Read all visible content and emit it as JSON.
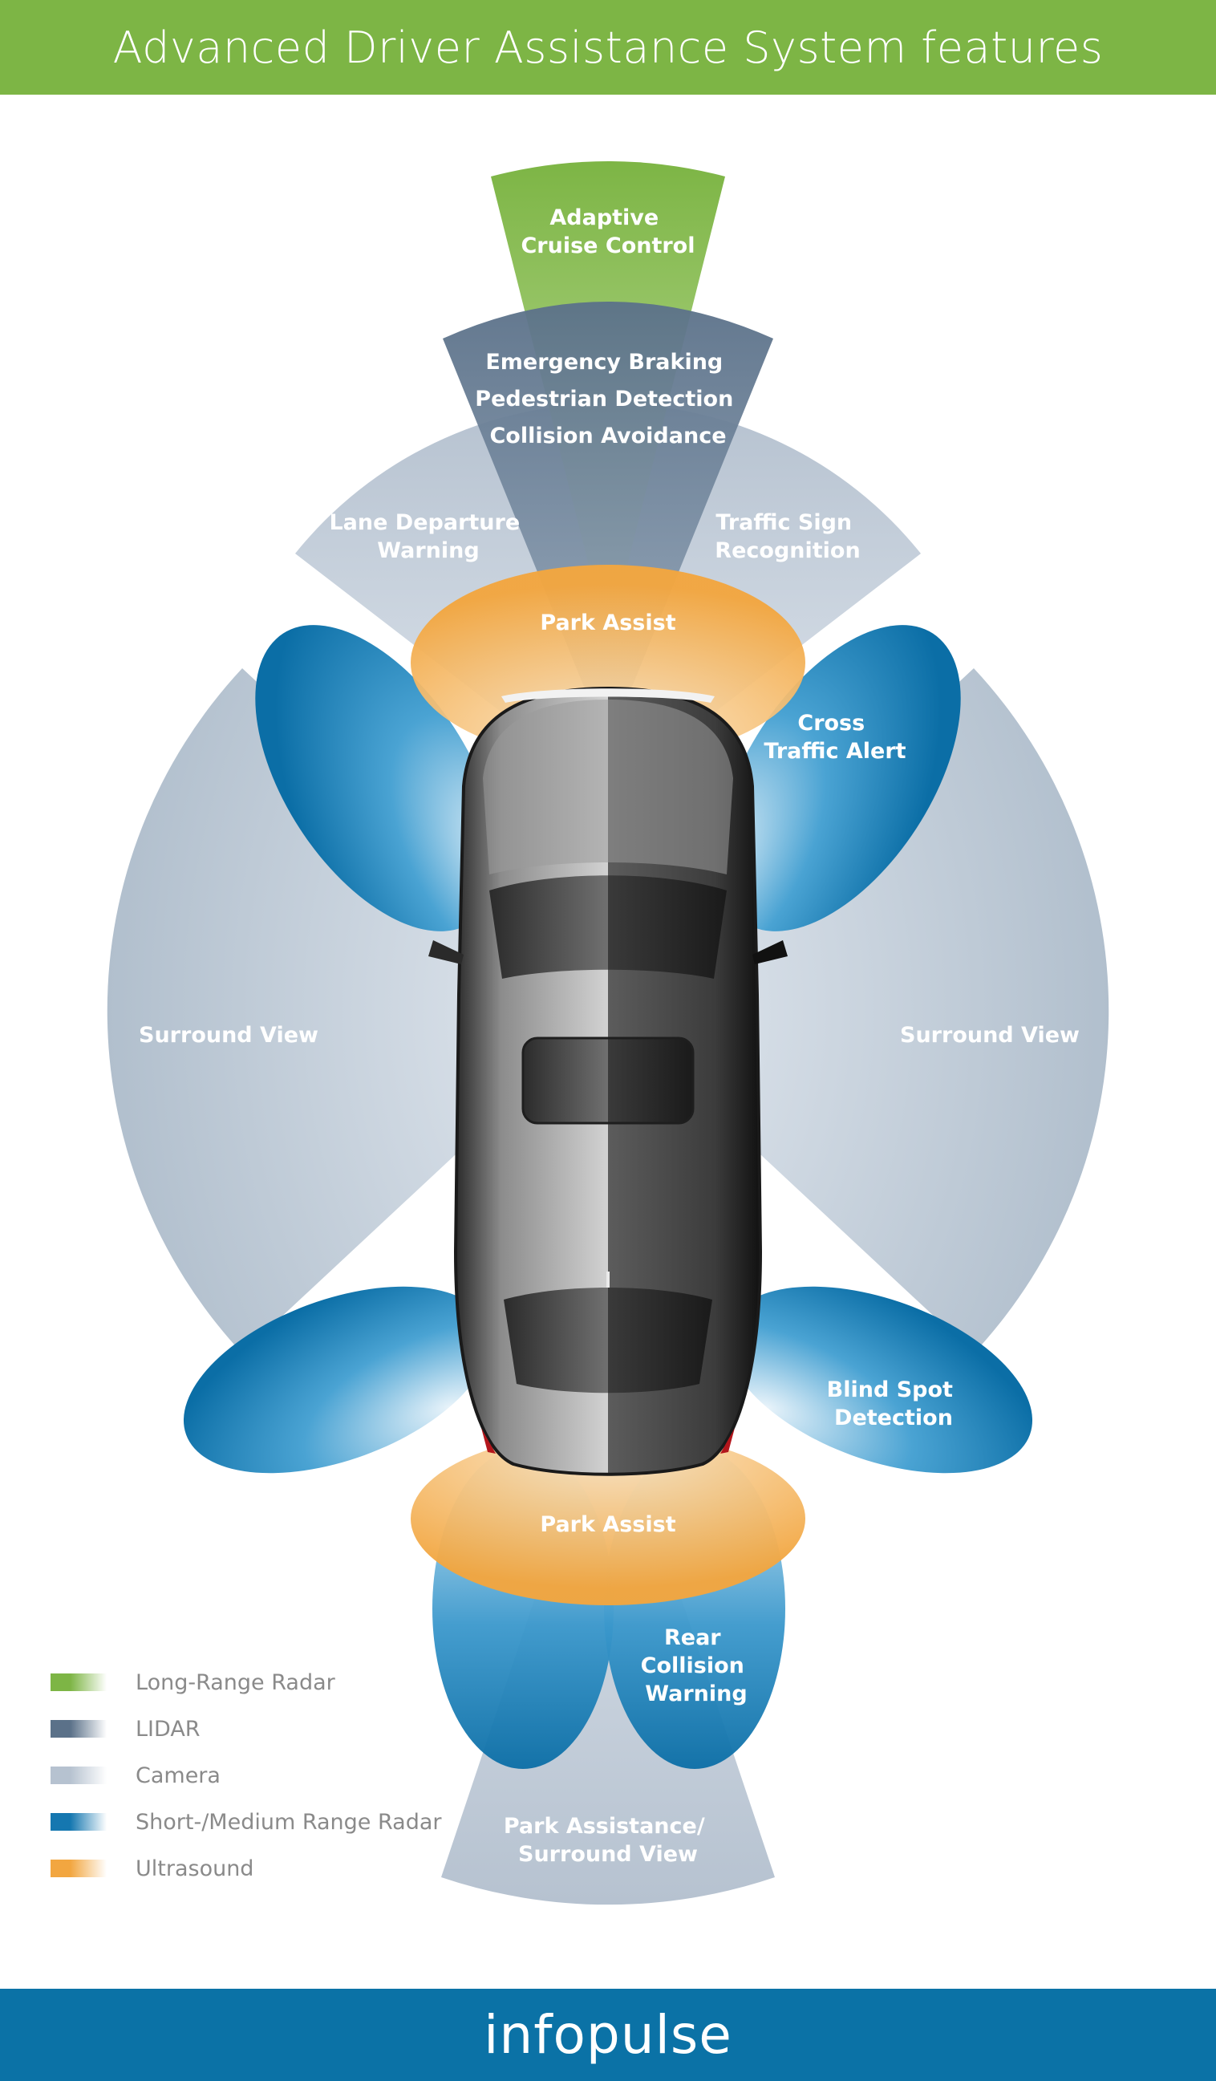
{
  "header": {
    "title": "Advanced Driver Assistance System features",
    "bg": "#7db545"
  },
  "footer": {
    "logo": "infopulse",
    "bg": "#0b72a6"
  },
  "zones": {
    "acc": {
      "lines": [
        "Adaptive",
        "Cruise Control"
      ]
    },
    "lidar": {
      "lines": [
        "Emergency Braking",
        "Pedestrian Detection",
        "Collision Avoidance"
      ]
    },
    "lane": {
      "lines": [
        "Lane Departure",
        "Warning"
      ]
    },
    "traffic_sign": {
      "lines": [
        "Traffic Sign",
        "Recognition"
      ]
    },
    "park_front": {
      "lines": [
        "Park Assist"
      ]
    },
    "cross_traffic": {
      "lines": [
        "Cross",
        "Traffic Alert"
      ]
    },
    "surround_left": {
      "lines": [
        "Surround View"
      ]
    },
    "surround_right": {
      "lines": [
        "Surround View"
      ]
    },
    "blind_spot": {
      "lines": [
        "Blind Spot",
        "Detection"
      ]
    },
    "park_rear": {
      "lines": [
        "Park Assist"
      ]
    },
    "rear_collision": {
      "lines": [
        "Rear",
        "Collision",
        "Warning"
      ]
    },
    "park_surround": {
      "lines": [
        "Park Assistance/",
        "Surround View"
      ]
    }
  },
  "legend": [
    {
      "label": "Long-Range Radar",
      "color": "#7db545",
      "icon": "long-range-radar"
    },
    {
      "label": "LIDAR",
      "color": "#5b7189",
      "icon": "lidar"
    },
    {
      "label": "Camera",
      "color": "#b6c2d0",
      "icon": "camera"
    },
    {
      "label": "Short-/Medium Range Radar",
      "color": "#1577b0",
      "icon": "short-medium-range-radar"
    },
    {
      "label": "Ultrasound",
      "color": "#f2a640",
      "icon": "ultrasound"
    }
  ]
}
